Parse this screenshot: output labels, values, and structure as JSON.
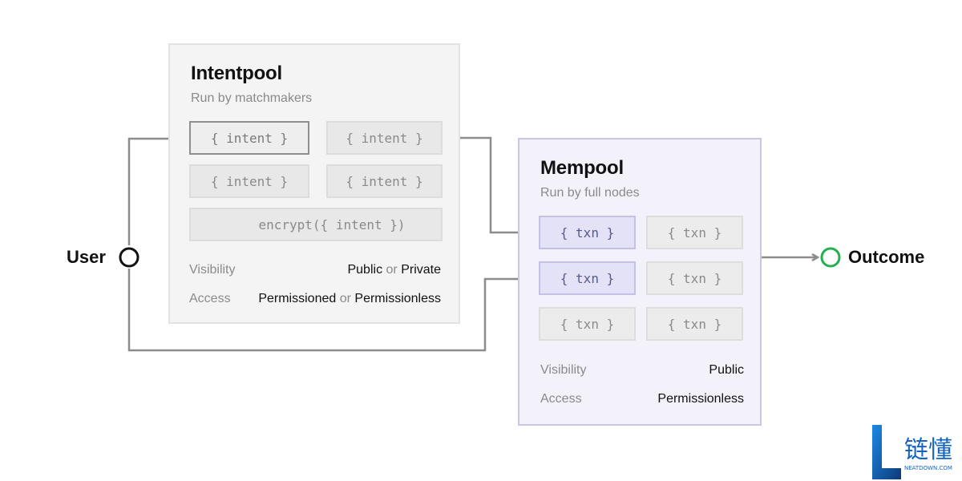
{
  "nodes": {
    "user": "User",
    "outcome": "Outcome"
  },
  "intentpool": {
    "title": "Intentpool",
    "subtitle": "Run by matchmakers",
    "intents": [
      "{ intent }",
      "{ intent }",
      "{ intent }",
      "{ intent }"
    ],
    "encrypted": "encrypt({ intent })",
    "visibility": {
      "label": "Visibility",
      "value_a": "Public",
      "conj": "or",
      "value_b": "Private"
    },
    "access": {
      "label": "Access",
      "value_a": "Permissioned",
      "conj": "or",
      "value_b": "Permissionless"
    }
  },
  "mempool": {
    "title": "Mempool",
    "subtitle": "Run by full nodes",
    "txns": [
      "{ txn }",
      "{ txn }",
      "{ txn }",
      "{ txn }",
      "{ txn }",
      "{ txn }"
    ],
    "visibility": {
      "label": "Visibility",
      "value": "Public"
    },
    "access": {
      "label": "Access",
      "value": "Permissionless"
    }
  },
  "watermark": {
    "text": "链懂",
    "subtext": "NEATDOWN.COM"
  },
  "colors": {
    "connector": "#8c8c8c",
    "user_node": "#111111",
    "outcome_node": "#22b14c",
    "mempool_border": "#c9c6e4",
    "mempool_bg": "#f3f2fb",
    "intent_bg": "#f4f4f4",
    "watermark_blue": "#1565c0"
  }
}
